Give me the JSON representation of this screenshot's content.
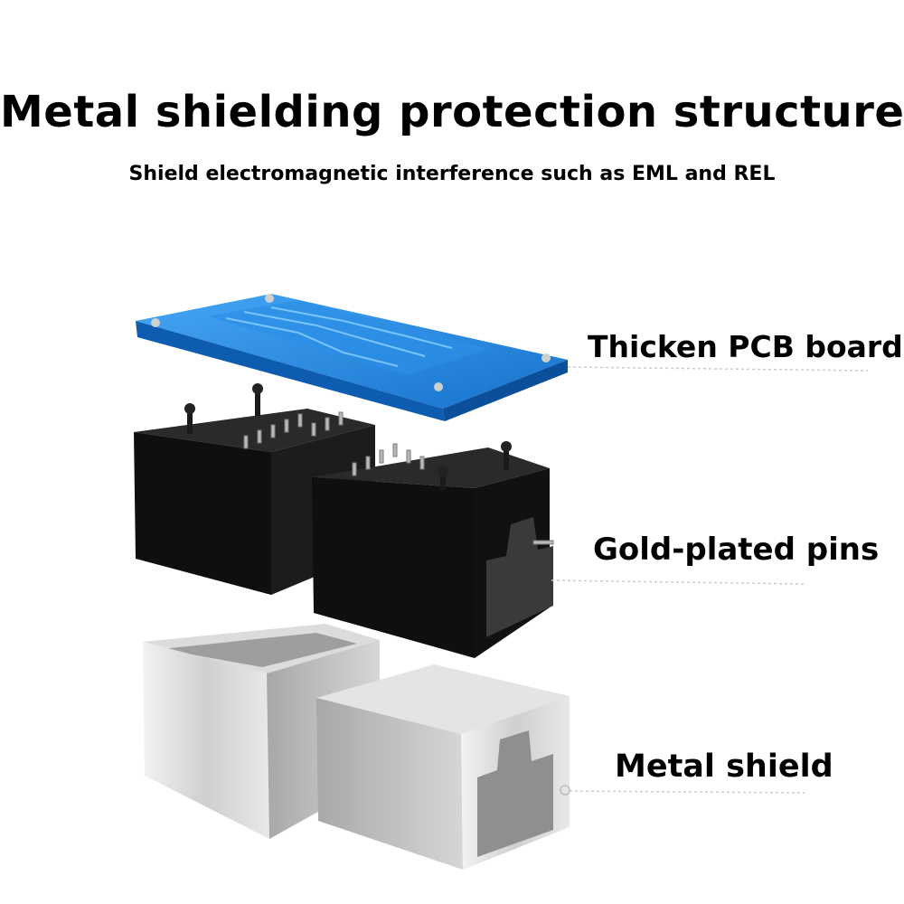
{
  "header": {
    "title": "Metal shielding protection structure",
    "subtitle": "Shield electromagnetic interference such as EML and REL"
  },
  "callouts": {
    "pcb_board": "Thicken PCB board",
    "gold_pins": "Gold-plated pins",
    "metal_shield": "Metal shield"
  },
  "colors": {
    "pcb_blue": "#1d86e0",
    "connector_black": "#111111",
    "shield_silver": "#c9c9c9",
    "text": "#000000"
  }
}
